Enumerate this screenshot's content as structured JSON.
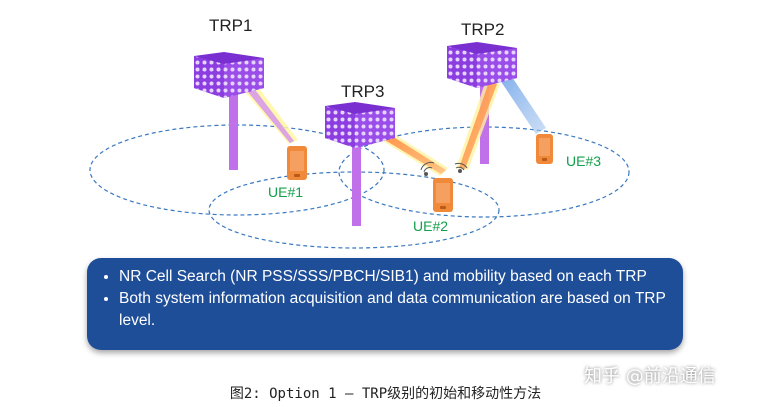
{
  "trps": [
    "TRP1",
    "TRP2",
    "TRP3"
  ],
  "ues": [
    "UE#1",
    "UE#2",
    "UE#3"
  ],
  "bullets": [
    "NR Cell Search (NR PSS/SSS/PBCH/SIB1) and mobility based on each TRP",
    "Both system information acquisition and data communication are based on TRP level."
  ],
  "caption": "图2:  Option 1  –  TRP级别的初始和移动性方法",
  "watermark": "知乎 @前沿通信",
  "colors": {
    "panel": "#8b3de0",
    "mast": "#c070e8",
    "ue_label": "#13a04a",
    "phone": "#f08a3a",
    "info_box": "#1f4e99",
    "cell_outline": "#3a78c0"
  }
}
